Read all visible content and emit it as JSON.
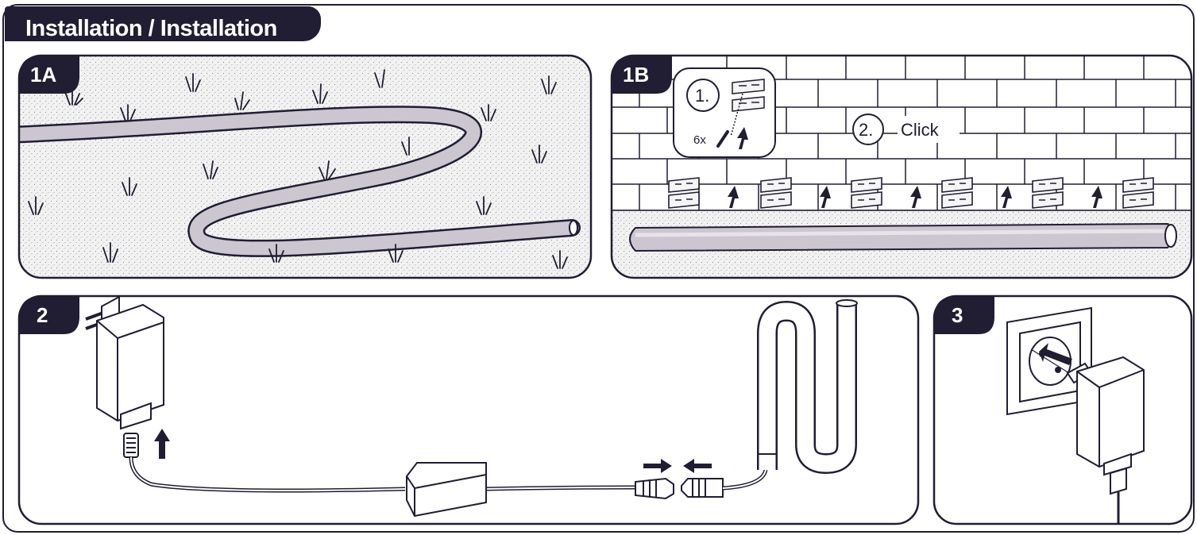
{
  "header": {
    "title": "Installation / Installation"
  },
  "panels": [
    {
      "label": "1A"
    },
    {
      "label": "1B"
    },
    {
      "label": "2"
    },
    {
      "label": "3"
    }
  ],
  "panel_1b": {
    "step1": "1.",
    "quantity": "6x",
    "step2": "2.",
    "click": "Click"
  },
  "colors": {
    "ink": "#1e1b2e",
    "tube": "#cbc6cf",
    "ground": "#e9e9e9"
  }
}
